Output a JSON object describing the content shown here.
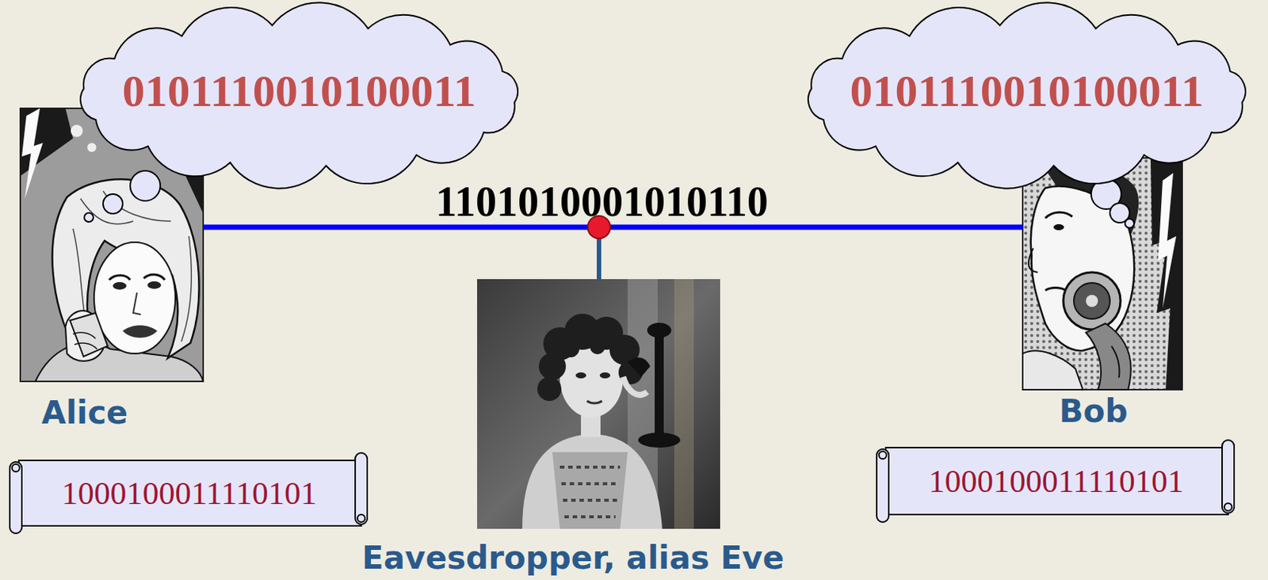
{
  "diagram": {
    "nodes": [
      {
        "text": [
          "0101110010100011"
        ]
      },
      {
        "text": [
          "0101110010100011"
        ]
      },
      {
        "text": [
          "Alice"
        ]
      },
      {
        "text": [
          "Bob"
        ]
      },
      {
        "text": [
          "Eavesdropper, alias Eve"
        ]
      },
      {
        "text": [
          "1000100011110101"
        ]
      },
      {
        "text": [
          "1000100011110101"
        ]
      }
    ],
    "edges": [
      {
        "from": 2,
        "to": 3,
        "arrow": "none",
        "label": "1101010001010110"
      }
    ]
  }
}
